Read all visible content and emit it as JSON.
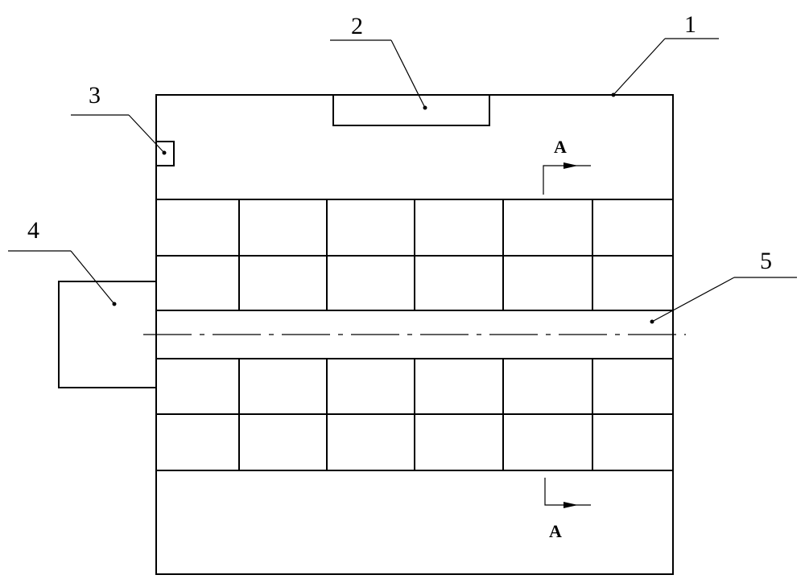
{
  "labels": {
    "l1": "1",
    "l2": "2",
    "l3": "3",
    "l4": "4",
    "l5": "5"
  },
  "section": {
    "top": "A",
    "bottom": "A"
  }
}
